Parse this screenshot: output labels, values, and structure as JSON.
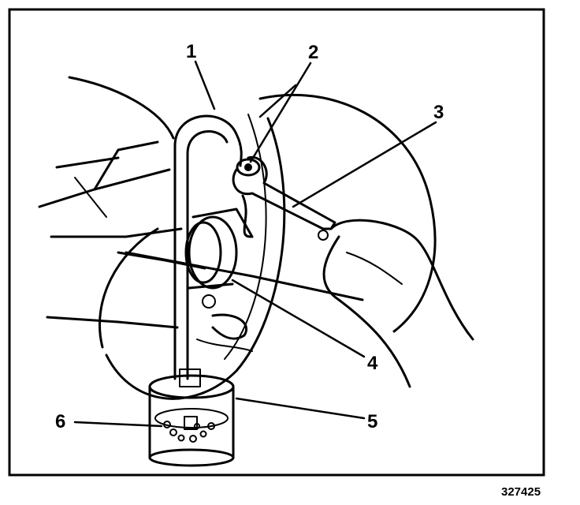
{
  "callouts": [
    {
      "label": "1"
    },
    {
      "label": "2"
    },
    {
      "label": "3"
    },
    {
      "label": "4"
    },
    {
      "label": "5"
    },
    {
      "label": "6"
    }
  ],
  "figure_number": "327425",
  "colors": {
    "ink": "#000000",
    "paper": "#ffffff"
  }
}
